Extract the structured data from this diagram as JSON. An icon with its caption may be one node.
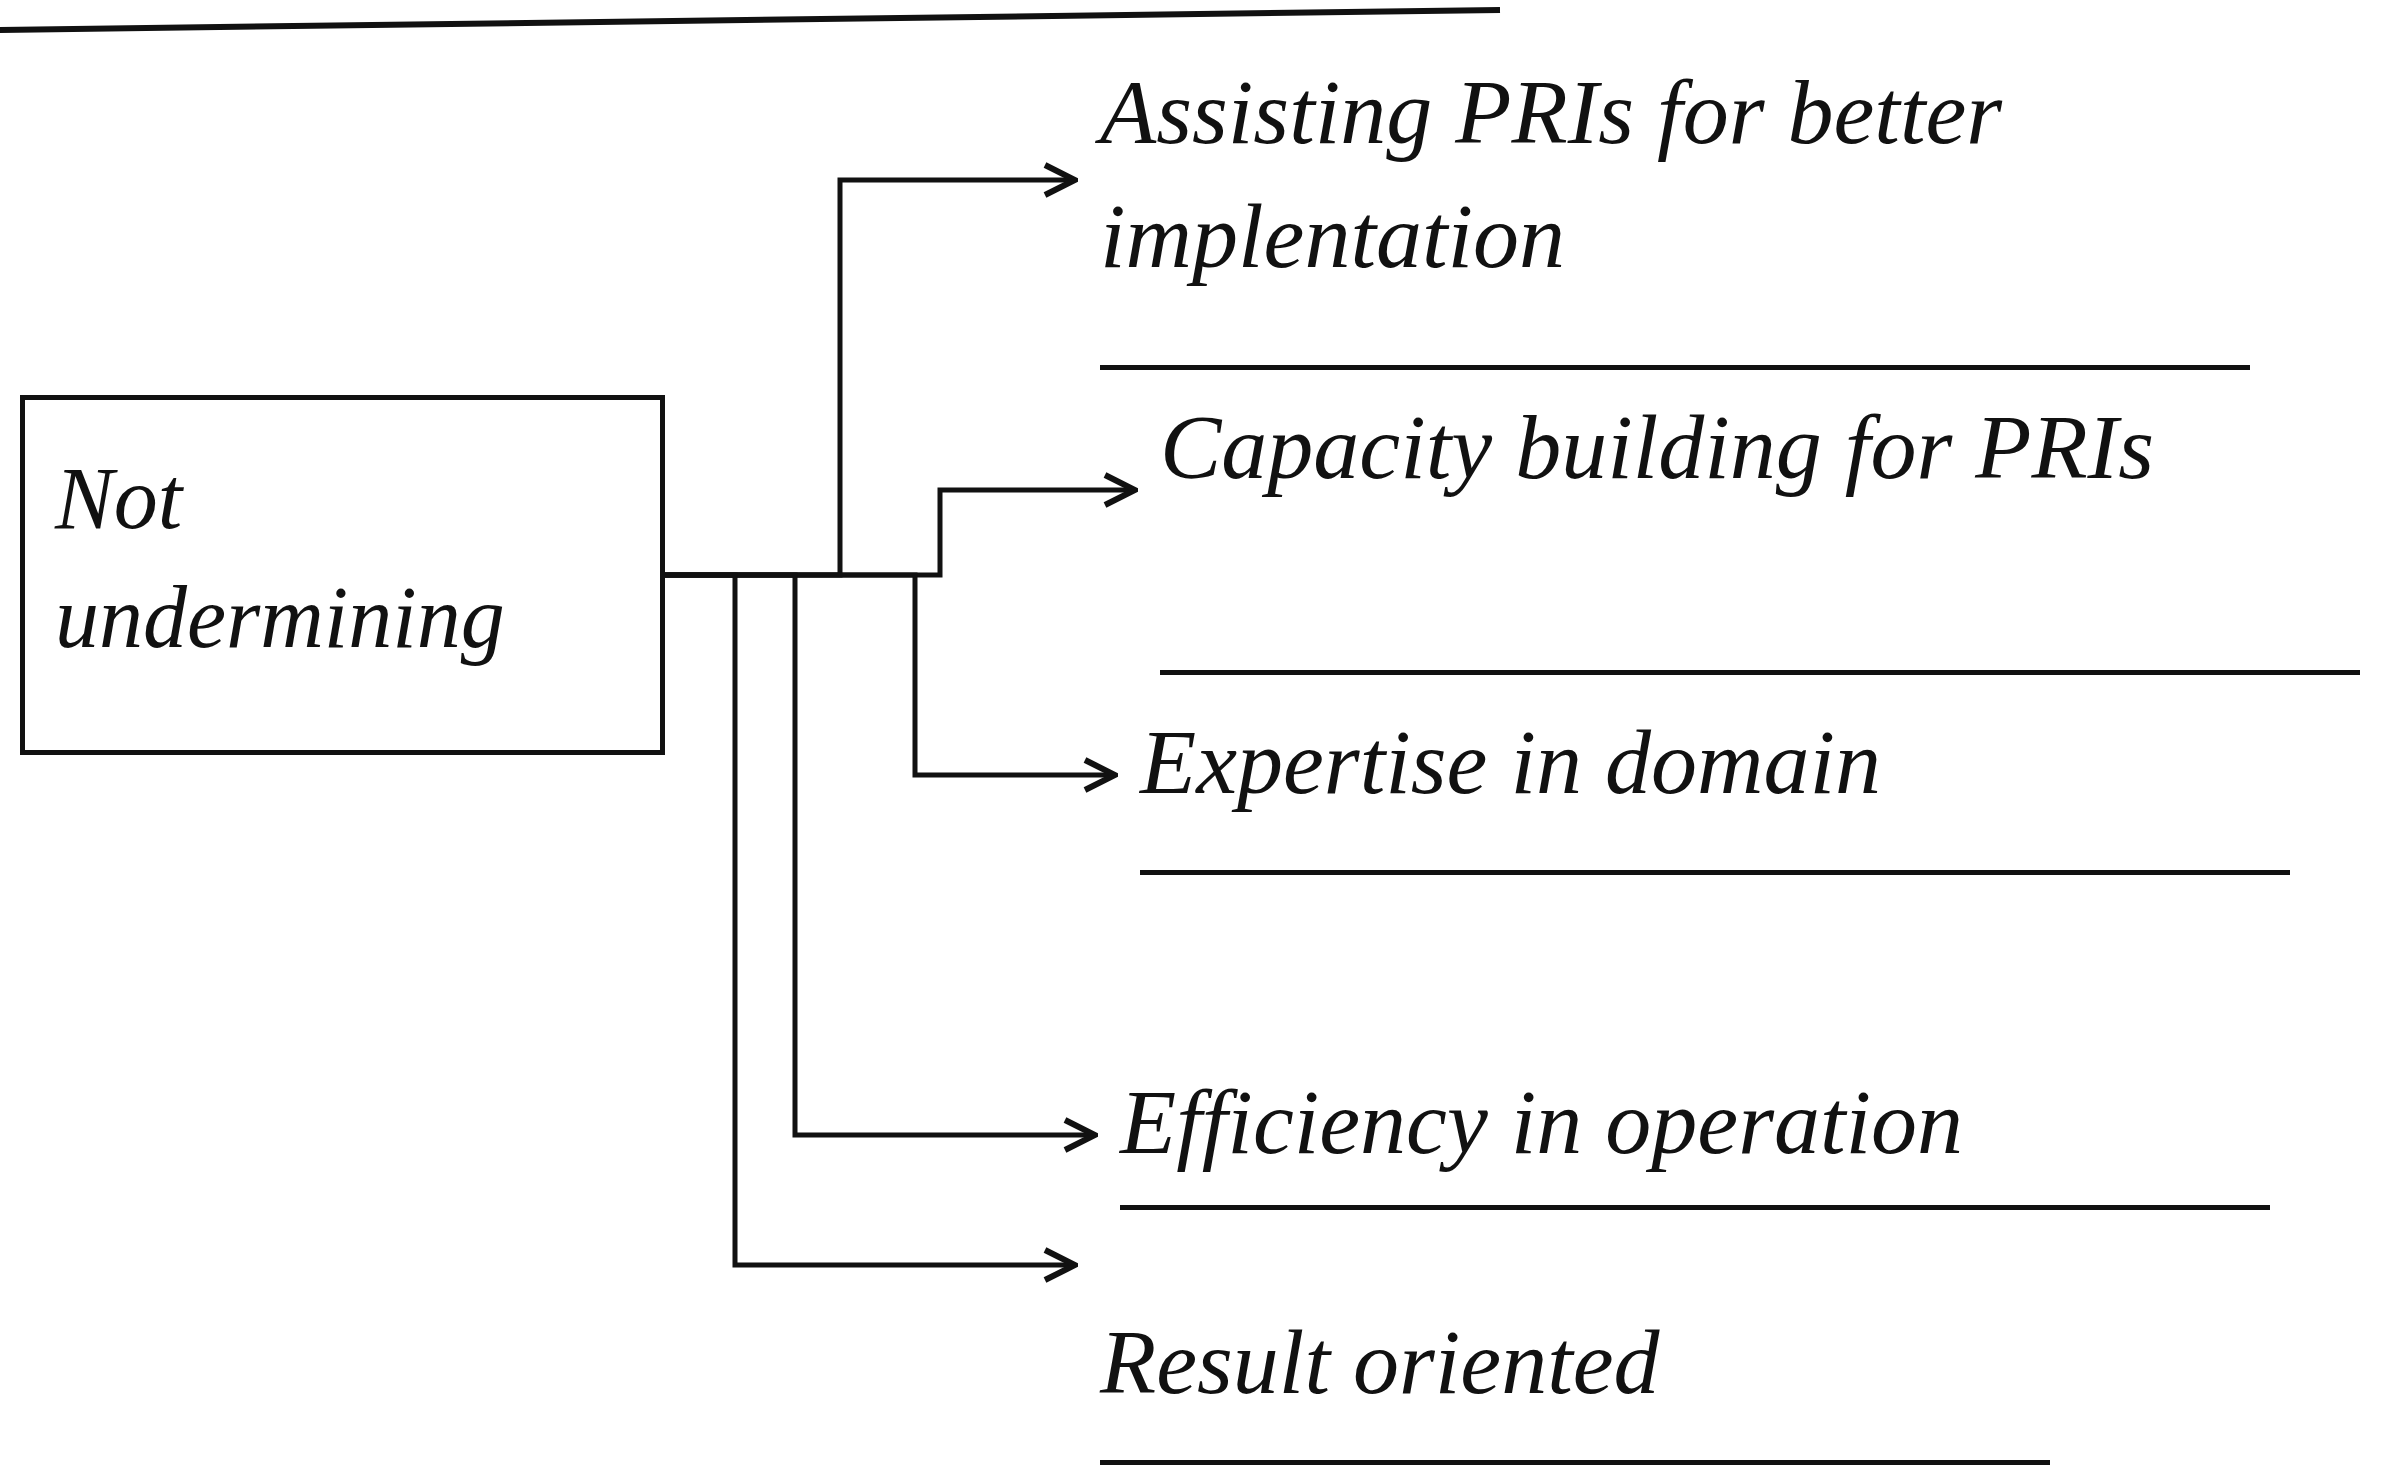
{
  "diagram": {
    "nodes": [
      {
        "text": [
          "Not undermining"
        ]
      },
      {
        "text": [
          "Assisting PRIs for better implentation"
        ]
      },
      {
        "text": [
          "Capacity building for PRIs"
        ]
      },
      {
        "text": [
          "Expertise in domain"
        ]
      },
      {
        "text": [
          "Efficiency in operation"
        ]
      },
      {
        "text": [
          "Result oriented"
        ]
      }
    ],
    "edges": [
      {
        "from": 0,
        "to": 1,
        "arrow": "to"
      },
      {
        "from": 0,
        "to": 2,
        "arrow": "to"
      },
      {
        "from": 0,
        "to": 3,
        "arrow": "to"
      },
      {
        "from": 0,
        "to": 4,
        "arrow": "to"
      },
      {
        "from": 0,
        "to": 5,
        "arrow": "to"
      }
    ]
  }
}
